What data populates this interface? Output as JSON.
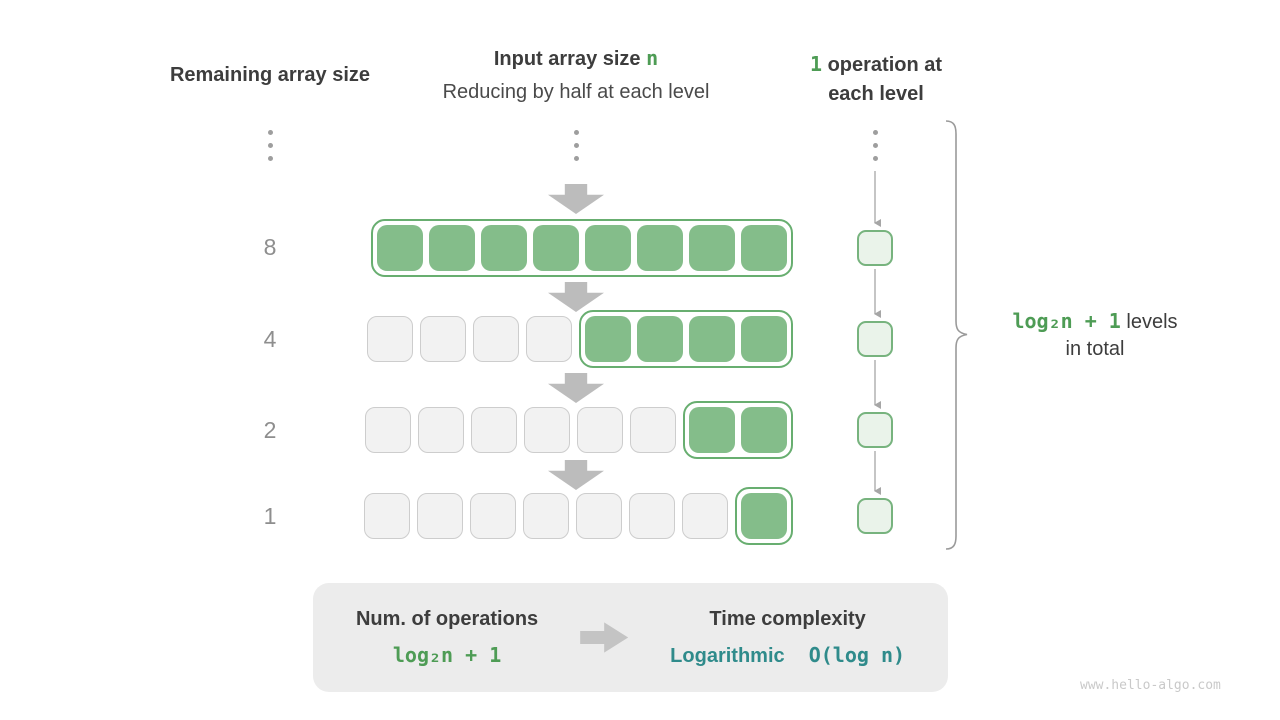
{
  "headers": {
    "left": "Remaining array size",
    "middle_title_prefix": "Input array size ",
    "middle_title_var": "n",
    "middle_subtitle": "Reducing by half at each level",
    "right_num": "1",
    "right_line1": " operation at",
    "right_line2": "each level"
  },
  "levels": [
    {
      "remaining": "8",
      "total": 8,
      "active": 8
    },
    {
      "remaining": "4",
      "total": 8,
      "active": 4
    },
    {
      "remaining": "2",
      "total": 8,
      "active": 2
    },
    {
      "remaining": "1",
      "total": 8,
      "active": 1
    }
  ],
  "annotation": {
    "formula": "log₂n + 1",
    "suffix": "  levels",
    "line2": "in total"
  },
  "summary": {
    "left_title": "Num. of operations",
    "left_formula": "log₂n + 1",
    "right_title": "Time complexity",
    "right_name": "Logarithmic",
    "right_bigO": "O(log n)"
  },
  "colors": {
    "accent_green_text": "#4e9c55",
    "green_fill": "#84bd8a",
    "green_border": "#68ae70",
    "op_box_fill": "#eaf3ea",
    "op_box_border": "#77b37e",
    "teal_text": "#2f8b8b",
    "gray_cell_fill": "#f2f2f2",
    "summary_bg": "#ececec"
  },
  "watermark": "www.hello-algo.com"
}
